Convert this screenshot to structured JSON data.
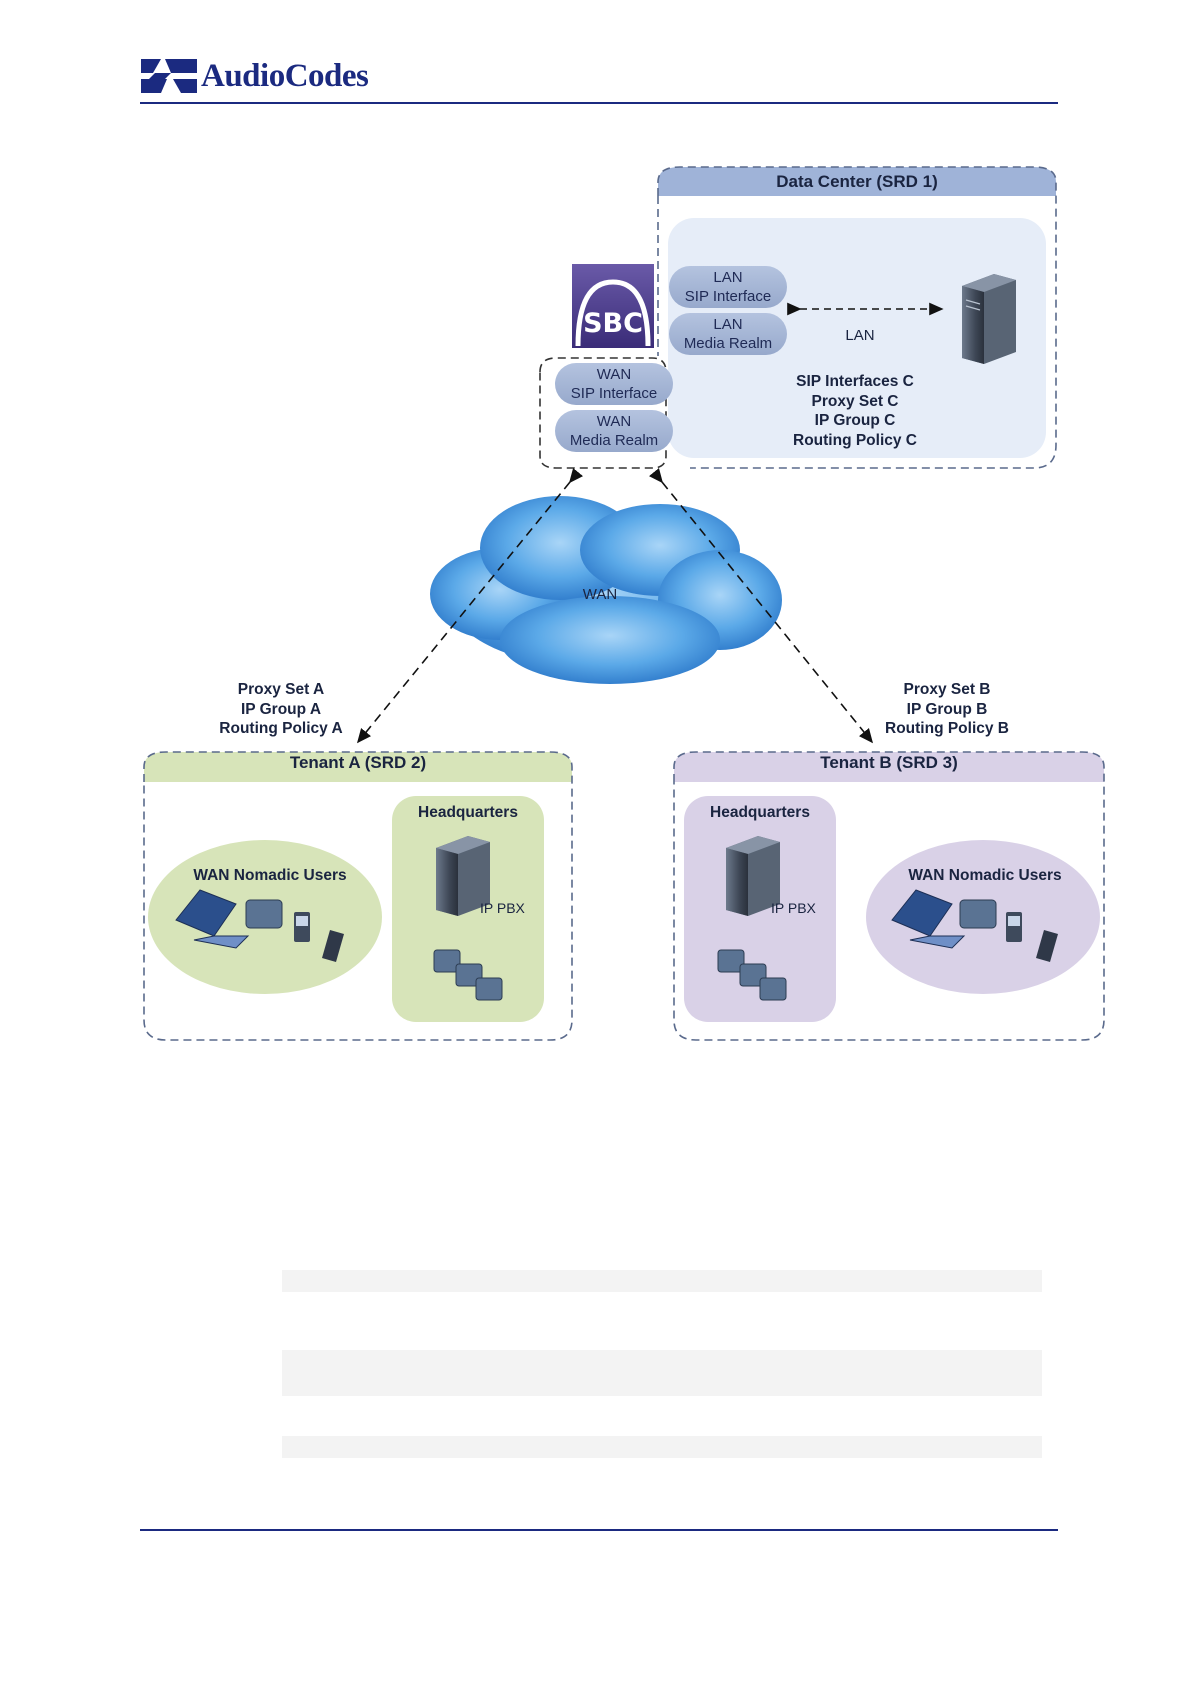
{
  "header": {
    "brand": "AudioCodes"
  },
  "diagram": {
    "data_center": {
      "title": "Data Center (SRD 1)",
      "lan_sip_interface": [
        "LAN",
        "SIP Interface"
      ],
      "lan_media_realm": [
        "LAN",
        "Media Realm"
      ],
      "lan_label": "LAN",
      "config": [
        "SIP Interfaces C",
        "Proxy Set C",
        "IP Group C",
        "Routing Policy C"
      ]
    },
    "sbc": {
      "label": "SBC",
      "wan_sip_interface": [
        "WAN",
        "SIP Interface"
      ],
      "wan_media_realm": [
        "WAN",
        "Media Realm"
      ]
    },
    "wan_cloud": {
      "label": "WAN"
    },
    "tenant_a": {
      "title": "Tenant A (SRD 2)",
      "config": [
        "Proxy Set A",
        "IP Group A",
        "Routing Policy A"
      ],
      "nomadic": "WAN Nomadic Users",
      "hq": "Headquarters",
      "pbx": "IP PBX"
    },
    "tenant_b": {
      "title": "Tenant B (SRD 3)",
      "config": [
        "Proxy Set B",
        "IP Group B",
        "Routing Policy B"
      ],
      "nomadic": "WAN Nomadic Users",
      "hq": "Headquarters",
      "pbx": "IP PBX"
    }
  },
  "colors": {
    "brand": "#1b2a80",
    "data_center_header": "#9fb3d8",
    "tenant_a": "#d7e4b9",
    "tenant_b": "#d9d1e7",
    "cloud": "#3d8fd9"
  }
}
